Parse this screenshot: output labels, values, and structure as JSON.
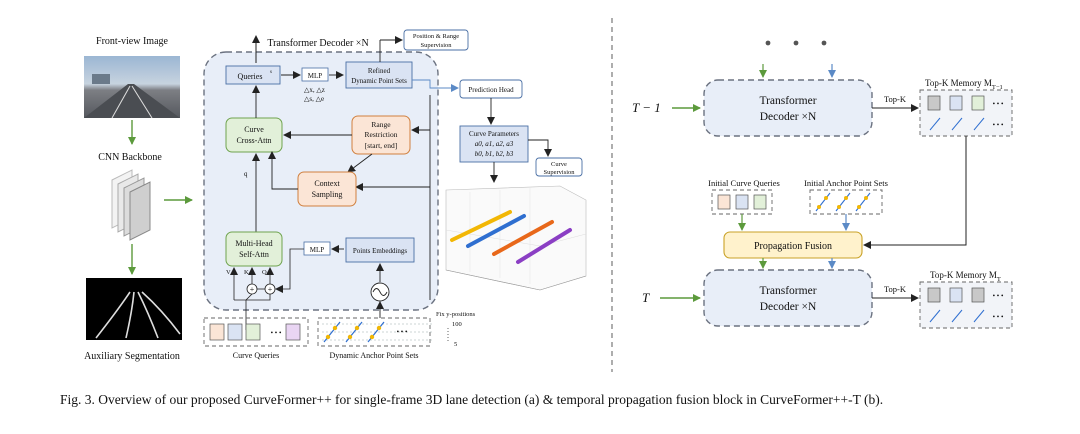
{
  "left_panel": {
    "front_view_label": "Front-view Image",
    "cnn_label": "CNN Backbone",
    "aux_label": "Auxiliary Segmentation",
    "decoder_title": "Transformer Decoder ×N",
    "queries_label": "Queries",
    "queries_sup": "s",
    "mlp_top_label": "MLP",
    "refined_line1": "Refined",
    "refined_line2": "Dynamic Point Sets",
    "delta_line1": "△x, △z",
    "delta_line2": "△s, △e",
    "pos_sup_line1": "Position & Range",
    "pos_sup_line2": "Supervision",
    "prediction_head_label": "Prediction Head",
    "curve_params_title": "Curve Parameters",
    "curve_params_a": "a0, a1, a2, a3",
    "curve_params_b": "b0, b1, b2, b3",
    "curve_sup_line1": "Curve",
    "curve_sup_line2": "Supervision",
    "curve_cross_line1": "Curve",
    "curve_cross_line2": "Cross-Attn",
    "range_line1": "Range",
    "range_line2": "Restriction",
    "range_line3": "[start, end]",
    "context_line1": "Context",
    "context_line2": "Sampling",
    "q_label": "q",
    "mhsa_line1": "Multi-Head",
    "mhsa_line2": "Self-Attn",
    "mlp_bottom_label": "MLP",
    "points_emb_label": "Points Embeddings",
    "v_label": "V",
    "k_label": "K",
    "q2_label": "Q",
    "plus": "+",
    "curve_queries_label": "Curve Queries",
    "anchor_sets_label": "Dynamic Anchor Point Sets",
    "fix_y_label": "Fix y-positions",
    "y_100": "100",
    "y_5": "5",
    "dots": "• • •"
  },
  "right_panel": {
    "t_minus_label": "T − 1",
    "t_label": "T",
    "decoder_top_line1": "Transformer",
    "decoder_top_line2": "Decoder ×N",
    "decoder_bottom_line1": "Transformer",
    "decoder_bottom_line2": "Decoder ×N",
    "topk_top": "Top-K",
    "topk_bottom": "Top-K",
    "memory_top_label": "Top-K Memory M",
    "memory_top_sub": "T−1",
    "memory_bottom_label": "Top-K Memory M",
    "memory_bottom_sub": "T",
    "initial_queries_label": "Initial Curve Queries",
    "initial_anchor_label": "Initial Anchor Point Sets",
    "fusion_label": "Propagation Fusion",
    "dots": "• • •"
  },
  "caption": "Fig. 3.  Overview of our proposed CurveFormer++ for single-frame 3D lane detection (a) & temporal propagation fusion block in CurveFormer++-T (b).",
  "colors": {
    "decoder_bg": "#e8eef8",
    "decoder_border": "#6b7280",
    "green_box": "#e2f0d9",
    "green_border": "#6fa34e",
    "orange_box": "#fbe5d6",
    "orange_border": "#d0803f",
    "blue_box": "#dae3f3",
    "blue_border": "#4a6fa5",
    "fusion_box": "#fff2cc",
    "fusion_border": "#c9a227",
    "green_arrow": "#5c9a3c",
    "blue_arrow": "#5b8ac6",
    "lane_yellow": "#f2b705",
    "lane_blue": "#2f6fd0",
    "lane_orange": "#e8681a",
    "lane_purple": "#8b3fc4"
  }
}
